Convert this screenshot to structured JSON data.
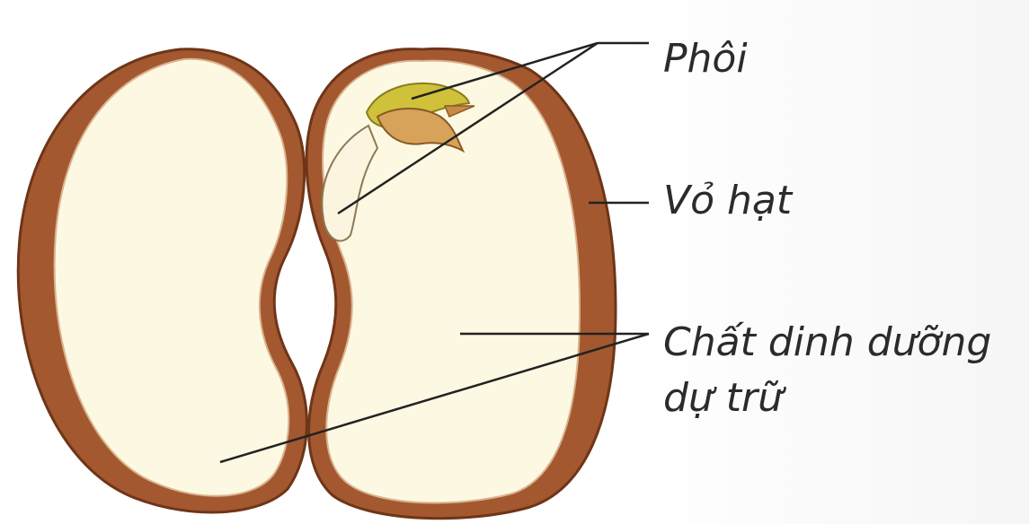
{
  "labels": {
    "embryo": "Phôi",
    "seed_coat": "Vỏ hạt",
    "nutrient_line1": "Chất dinh dưỡng",
    "nutrient_line2": "dự trữ"
  },
  "colors": {
    "seed_coat": "#a4582f",
    "seed_coat_dark": "#8a4420",
    "cotyledon": "#fdf8e2",
    "embryo_leaf": "#cfc23a",
    "embryo_bud": "#d7a35a",
    "radicle": "#fbf5df",
    "leader_line": "#222222"
  }
}
